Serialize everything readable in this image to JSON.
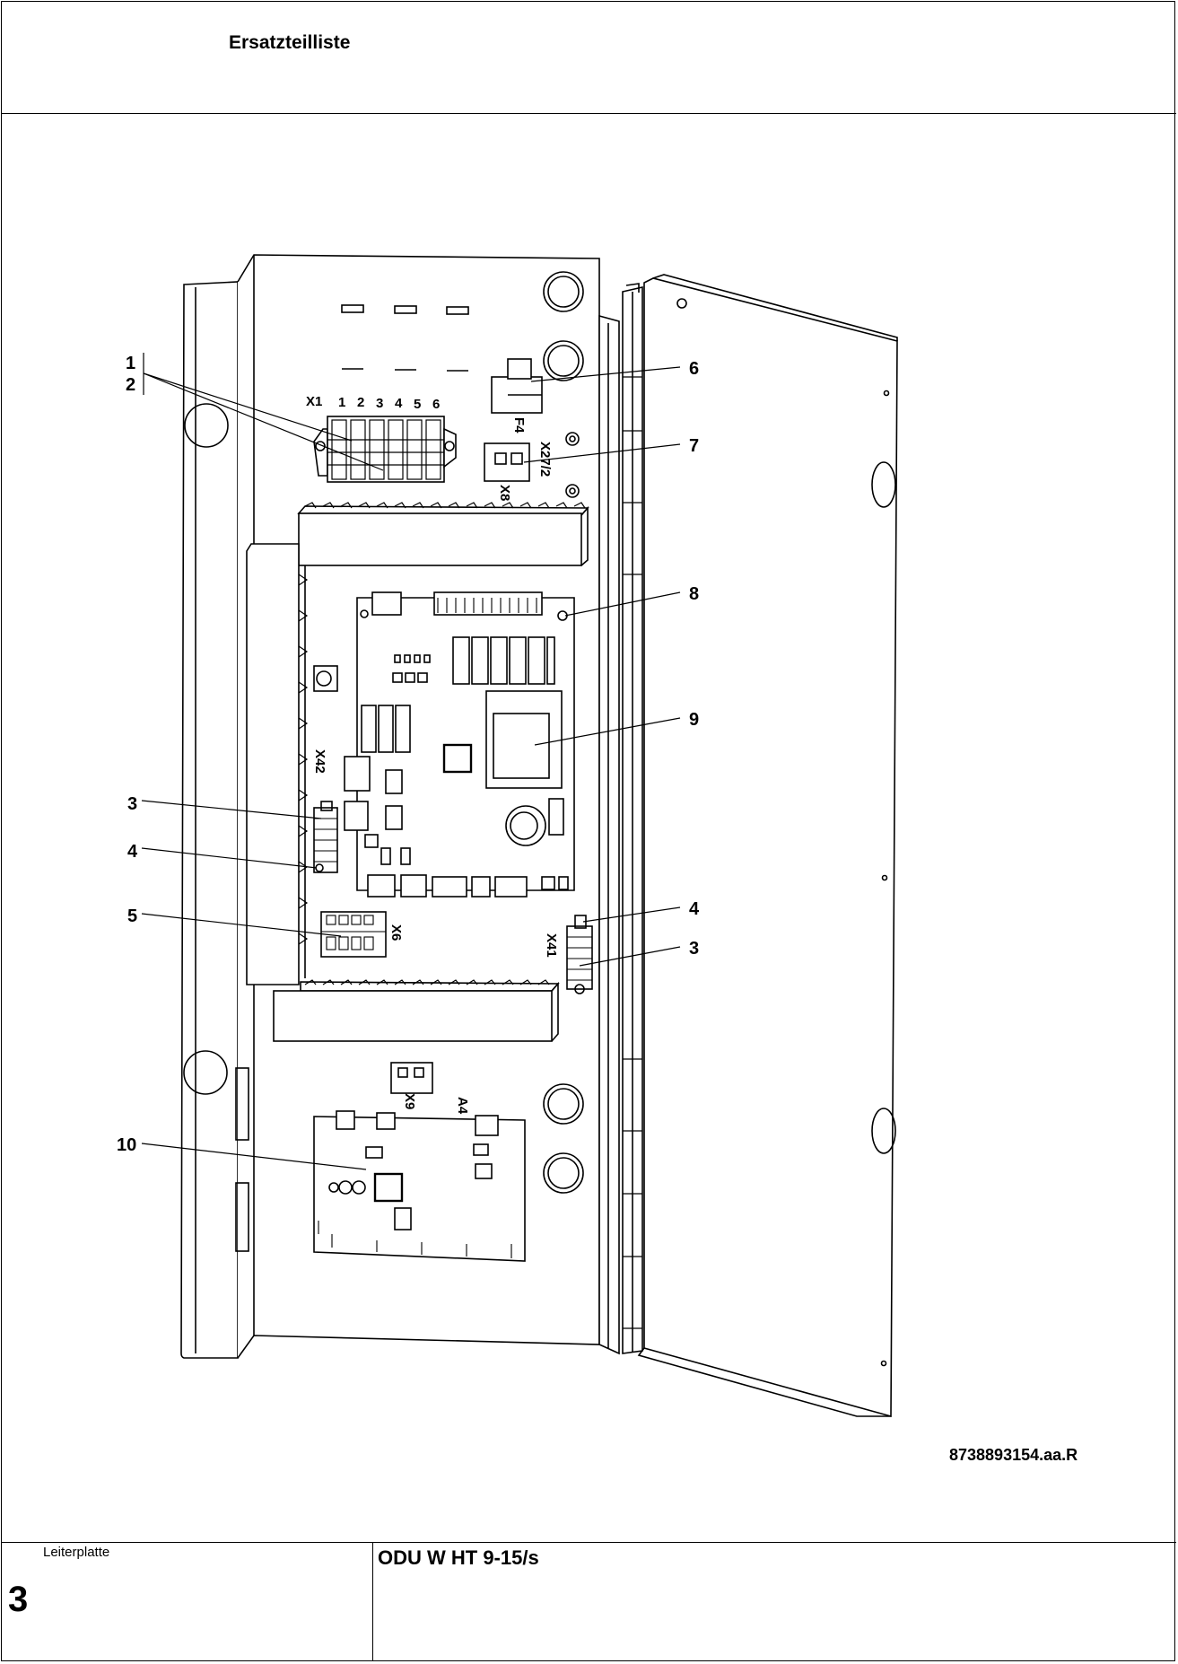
{
  "header": {
    "title": "Ersatzteilliste"
  },
  "drawing": {
    "document_number": "8738893154.aa.R",
    "terminal_labels": [
      "X1",
      "1",
      "2",
      "3",
      "4",
      "5",
      "6",
      "F4",
      "X27/2",
      "X8",
      "X42",
      "X6",
      "X41",
      "X9",
      "A4"
    ],
    "callouts": [
      "1",
      "2",
      "6",
      "7",
      "8",
      "9",
      "3",
      "4",
      "5",
      "4",
      "3",
      "10"
    ]
  },
  "footer": {
    "section_label": "Leiterplatte",
    "section_number": "3",
    "model": "ODU W HT 9-15/s"
  }
}
